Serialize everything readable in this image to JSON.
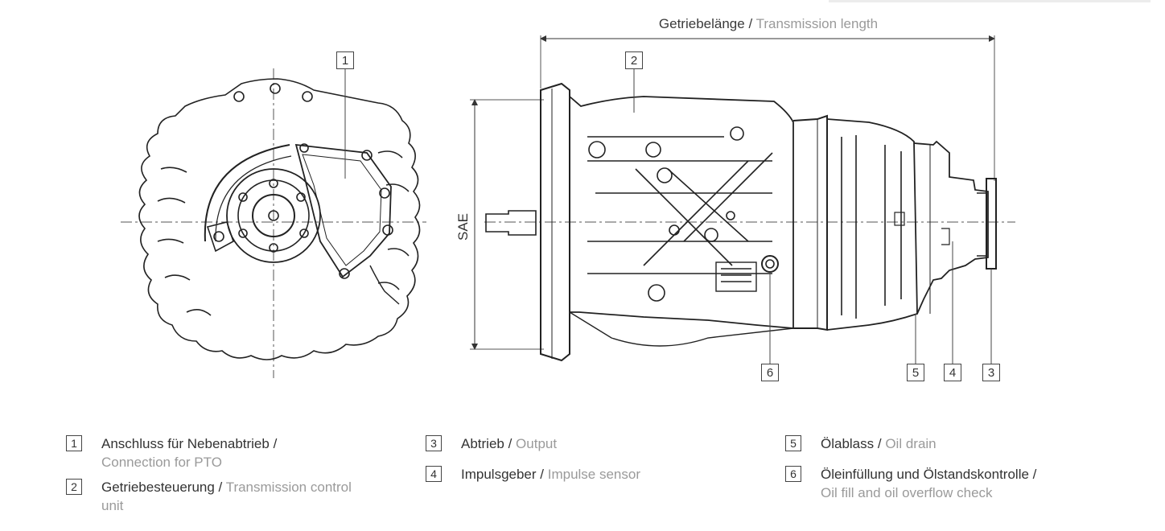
{
  "dimension_label": {
    "de": "Getriebelänge",
    "separator": " / ",
    "en": "Transmission length"
  },
  "height_label": "SAE",
  "callouts": [
    "1",
    "2",
    "3",
    "4",
    "5",
    "6"
  ],
  "legend": [
    {
      "num": "1",
      "de": "Anschluss für Nebenabtrieb /",
      "en": "Connection for PTO"
    },
    {
      "num": "2",
      "de": "Getriebesteuerung /",
      "en": "Transmission control unit"
    },
    {
      "num": "3",
      "de": "Abtrieb /",
      "en": "Output"
    },
    {
      "num": "4",
      "de": "Impulsgeber /",
      "en": "Impulse sensor"
    },
    {
      "num": "5",
      "de": "Ölablass /",
      "en": "Oil drain"
    },
    {
      "num": "6",
      "de": "Öleinfüllung und Ölstandskontrolle /",
      "en": "Oil fill and oil overflow check"
    }
  ]
}
